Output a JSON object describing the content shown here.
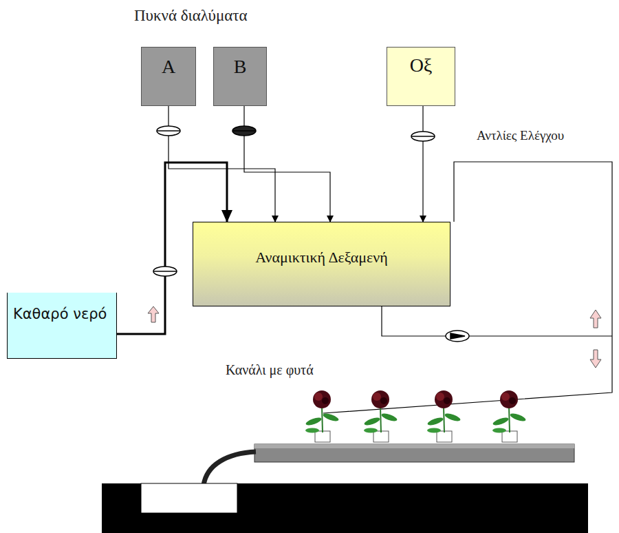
{
  "diagram": {
    "nodes": [
      {
        "text": [
          "A"
        ]
      },
      {
        "text": [
          "B"
        ]
      },
      {
        "text": [
          "Οξ"
        ]
      },
      {
        "text": [
          "Αναμικτική Δεξαμενή"
        ]
      },
      {
        "text": [
          "Καθαρό νερό"
        ]
      }
    ],
    "edges": [
      {
        "from": 0,
        "to": 3,
        "arrow": "to"
      },
      {
        "from": 1,
        "to": 3,
        "arrow": "to"
      },
      {
        "from": 2,
        "to": 3,
        "arrow": "to"
      },
      {
        "from": 4,
        "to": 3,
        "arrow": "to"
      }
    ],
    "labels": [
      "Πυκνά διαλύματα",
      "Αντλίες Ελέγχου",
      "Κανάλι με φυτά"
    ]
  }
}
